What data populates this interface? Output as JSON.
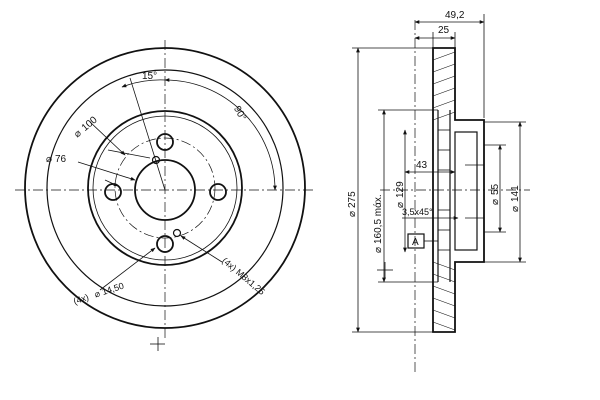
{
  "front_view": {
    "angle_15": "15°",
    "angle_90": "90°",
    "dia_100": "100",
    "dia_76": "76",
    "holes_left": "(4x)",
    "holes_left_value": "14,50",
    "holes_right": "(4x)",
    "holes_right_value": "M8x1,25",
    "dia_symbol": "⌀"
  },
  "side_view": {
    "dim_49_2": "49,2",
    "dim_25": "25",
    "dim_275": "275",
    "dim_160_5": "160,5 mάx.",
    "dim_129": "129",
    "dim_43": "43",
    "dim_chamfer": "3,5x45°",
    "dim_55": "55",
    "dim_141": "141",
    "datum_a": "A",
    "dia_symbol": "⌀"
  }
}
